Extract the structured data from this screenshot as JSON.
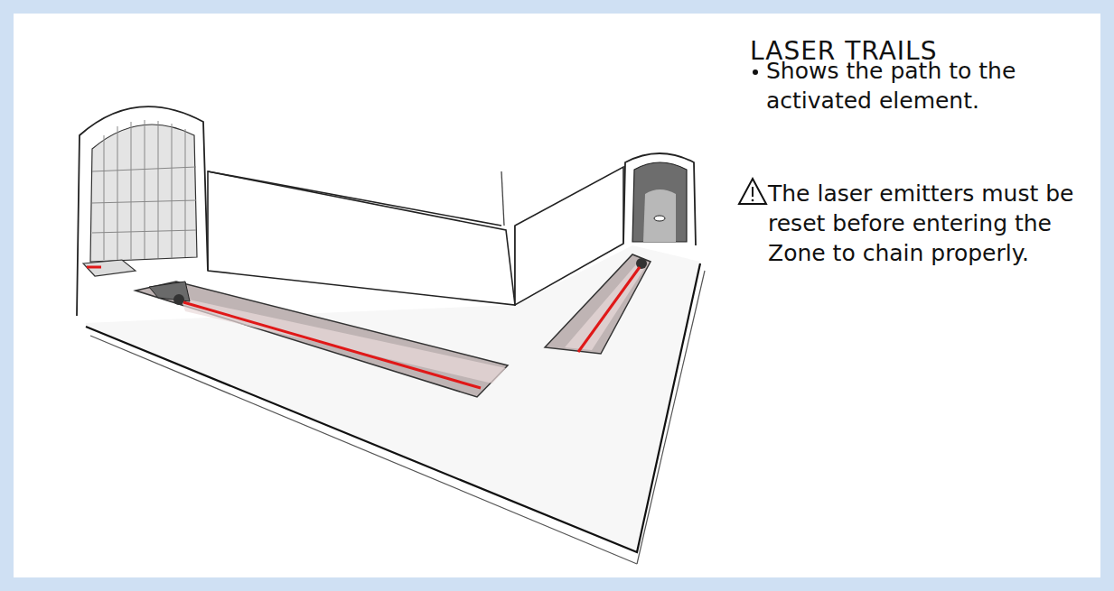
{
  "diagram": {
    "title": "LASER TRAILS",
    "labels": [
      "Shows the path to the activated element.",
      "The laser emitters must be reset before entering the Zone to chain properly."
    ]
  }
}
